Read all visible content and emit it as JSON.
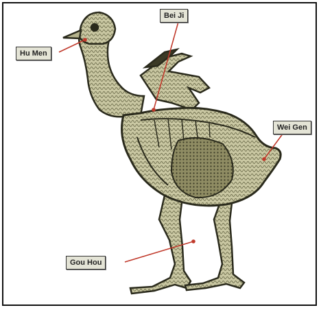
{
  "labels": {
    "hu_men": "Hu Men",
    "bei_ji": "Bei Ji",
    "wei_gen": "Wei Gen",
    "gou_hou": "Gou Hou"
  },
  "colors": {
    "pointer_line": "#c0392b",
    "body_fill": "#c9c7a2",
    "body_stroke": "#2a2a1c",
    "label_bg": "#e4e4d6"
  }
}
